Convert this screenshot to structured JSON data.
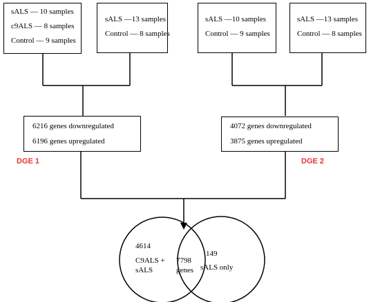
{
  "source_boxes": [
    {
      "lines": [
        "sALS — 10 samples",
        "c9ALS — 8 samples",
        "Control — 9 samples"
      ]
    },
    {
      "lines": [
        "sALS —13 samples",
        "Control — 8 samples"
      ]
    },
    {
      "lines": [
        "sALS —10 samples",
        "Control — 9 samples"
      ]
    },
    {
      "lines": [
        "sALS —13 samples",
        "Control — 8 samples"
      ]
    }
  ],
  "dge_boxes": [
    {
      "label": "DGE 1",
      "lines": [
        "6216 genes downregulated",
        "6196 genes upregulated"
      ]
    },
    {
      "label": "DGE 2",
      "lines": [
        "4072 genes downregulated",
        "3875 genes upregulated"
      ]
    }
  ],
  "venn": {
    "left_count": "4614",
    "left_label_1": "C9ALS +",
    "left_label_2": "sALS",
    "overlap_count": "7798",
    "overlap_label": "genes",
    "right_count": "149",
    "right_label": "sALS only"
  },
  "colors": {
    "label": "#e8322c",
    "line": "#000000"
  }
}
